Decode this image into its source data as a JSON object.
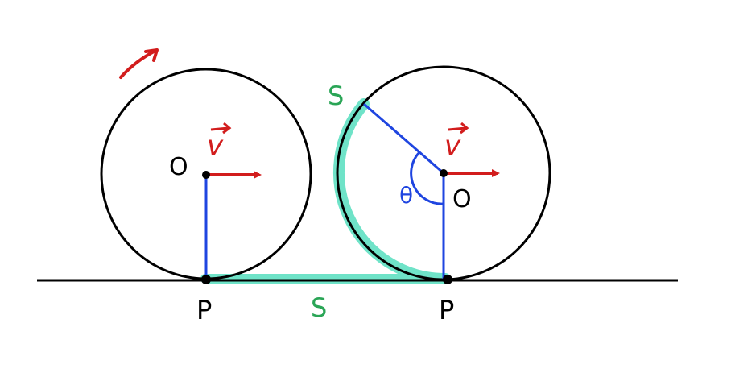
{
  "labels": {
    "center_left": "O",
    "center_right": "O",
    "point_left": "P",
    "point_right": "P",
    "velocity_left": "v",
    "velocity_right": "v",
    "arc_length": "S",
    "ground_length": "S",
    "angle": "θ"
  },
  "colors": {
    "stroke": "#000000",
    "radius": "#1f45e0",
    "velocity": "#d21d1d",
    "arc_text": "#2aa556",
    "highlight": "#6fe3c8"
  },
  "icons": {
    "rotation": "curved-arrow-icon"
  }
}
